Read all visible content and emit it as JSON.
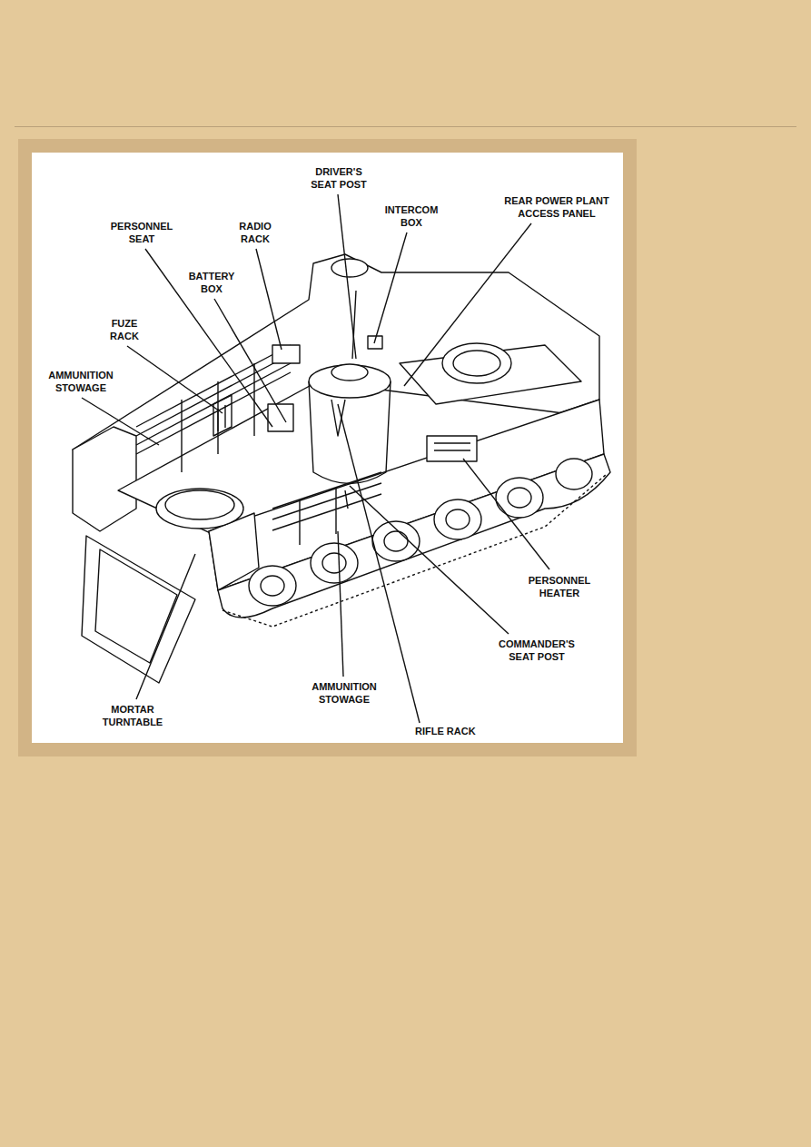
{
  "diagram": {
    "labels": [
      "DRIVER'S SEAT POST",
      "INTERCOM BOX",
      "REAR POWER PLANT ACCESS PANEL",
      "PERSONNEL SEAT",
      "RADIO RACK",
      "BATTERY BOX",
      "FUZE RACK",
      "AMMUNITION STOWAGE",
      "PERSONNEL HEATER",
      "COMMANDER'S SEAT POST",
      "AMMUNITION STOWAGE",
      "MORTAR TURNTABLE",
      "RIFLE RACK"
    ]
  }
}
